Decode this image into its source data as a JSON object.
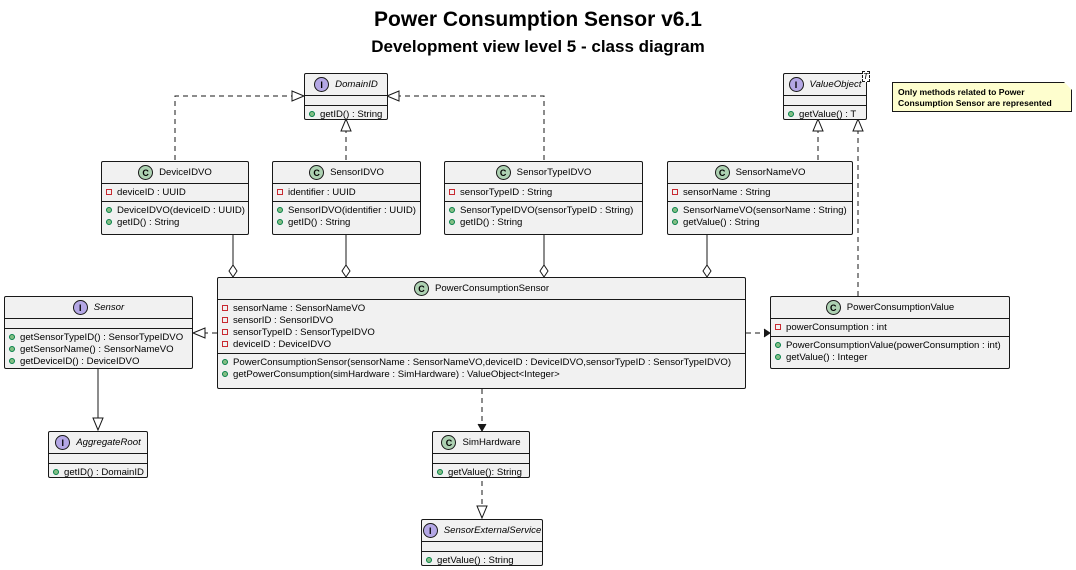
{
  "header": {
    "title": "Power Consumption Sensor v6.1",
    "subtitle": "Development view level 5 - class diagram"
  },
  "note": {
    "line1": "Only methods related to Power",
    "line2": "Consumption Sensor are represented"
  },
  "colors": {
    "class_badge": "#add1b2",
    "interface_badge": "#b4a7e5",
    "box_fill": "#f1f1f1",
    "note_fill": "#fefece"
  },
  "classes": {
    "domain_id": {
      "kind": "I",
      "name": "DomainID",
      "fields": [],
      "methods": [
        "getID() : String"
      ]
    },
    "value_object": {
      "kind": "I",
      "name": "ValueObject",
      "type_param": "T",
      "fields": [],
      "methods": [
        "getValue() : T"
      ]
    },
    "device_idvo": {
      "kind": "C",
      "name": "DeviceIDVO",
      "fields": [
        "deviceID : UUID"
      ],
      "methods": [
        "DeviceIDVO(deviceID : UUID)",
        "getID() : String"
      ]
    },
    "sensor_idvo": {
      "kind": "C",
      "name": "SensorIDVO",
      "fields": [
        "identifier : UUID"
      ],
      "methods": [
        "SensorIDVO(identifier : UUID)",
        "getID() : String"
      ]
    },
    "sensor_type_idvo": {
      "kind": "C",
      "name": "SensorTypeIDVO",
      "fields": [
        "sensorTypeID : String"
      ],
      "methods": [
        "SensorTypeIDVO(sensorTypeID : String)",
        "getID() : String"
      ]
    },
    "sensor_name_vo": {
      "kind": "C",
      "name": "SensorNameVO",
      "fields": [
        "sensorName : String"
      ],
      "methods": [
        "SensorNameVO(sensorName : String)",
        "getValue() : String"
      ]
    },
    "sensor": {
      "kind": "I",
      "name": "Sensor",
      "fields": [],
      "methods": [
        "getSensorTypeID() : SensorTypeIDVO",
        "getSensorName() : SensorNameVO",
        "getDeviceID() : DeviceIDVO"
      ]
    },
    "power_consumption_sensor": {
      "kind": "C",
      "name": "PowerConsumptionSensor",
      "fields": [
        "sensorName : SensorNameVO",
        "sensorID : SensorIDVO",
        "sensorTypeID : SensorTypeIDVO",
        "deviceID : DeviceIDVO"
      ],
      "methods": [
        "PowerConsumptionSensor(sensorName : SensorNameVO,deviceID : DeviceIDVO,sensorTypeID : SensorTypeIDVO)",
        "getPowerConsumption(simHardware : SimHardware) : ValueObject<Integer>"
      ]
    },
    "power_consumption_value": {
      "kind": "C",
      "name": "PowerConsumptionValue",
      "fields": [
        "powerConsumption : int"
      ],
      "methods": [
        "PowerConsumptionValue(powerConsumption : int)",
        "getValue() : Integer"
      ]
    },
    "aggregate_root": {
      "kind": "I",
      "name": "AggregateRoot",
      "fields": [],
      "methods": [
        "getID() : DomainID"
      ]
    },
    "sim_hardware": {
      "kind": "C",
      "name": "SimHardware",
      "fields": [],
      "methods": [
        "getValue(): String"
      ]
    },
    "sensor_external_service": {
      "kind": "I",
      "name": "SensorExternalService",
      "fields": [],
      "methods": [
        "getValue() : String"
      ]
    }
  },
  "relations": [
    {
      "from": "device_idvo",
      "to": "domain_id",
      "type": "realization"
    },
    {
      "from": "sensor_idvo",
      "to": "domain_id",
      "type": "realization"
    },
    {
      "from": "sensor_type_idvo",
      "to": "domain_id",
      "type": "realization"
    },
    {
      "from": "sensor_name_vo",
      "to": "value_object",
      "type": "realization"
    },
    {
      "from": "power_consumption_value",
      "to": "value_object",
      "type": "realization"
    },
    {
      "from": "power_consumption_sensor",
      "to": "device_idvo",
      "type": "aggregation"
    },
    {
      "from": "power_consumption_sensor",
      "to": "sensor_idvo",
      "type": "aggregation"
    },
    {
      "from": "power_consumption_sensor",
      "to": "sensor_type_idvo",
      "type": "aggregation"
    },
    {
      "from": "power_consumption_sensor",
      "to": "sensor_name_vo",
      "type": "aggregation"
    },
    {
      "from": "power_consumption_sensor",
      "to": "sensor",
      "type": "realization"
    },
    {
      "from": "power_consumption_sensor",
      "to": "power_consumption_value",
      "type": "dependency"
    },
    {
      "from": "power_consumption_sensor",
      "to": "sim_hardware",
      "type": "dependency"
    },
    {
      "from": "sensor",
      "to": "aggregate_root",
      "type": "generalization"
    },
    {
      "from": "sim_hardware",
      "to": "sensor_external_service",
      "type": "realization"
    }
  ]
}
